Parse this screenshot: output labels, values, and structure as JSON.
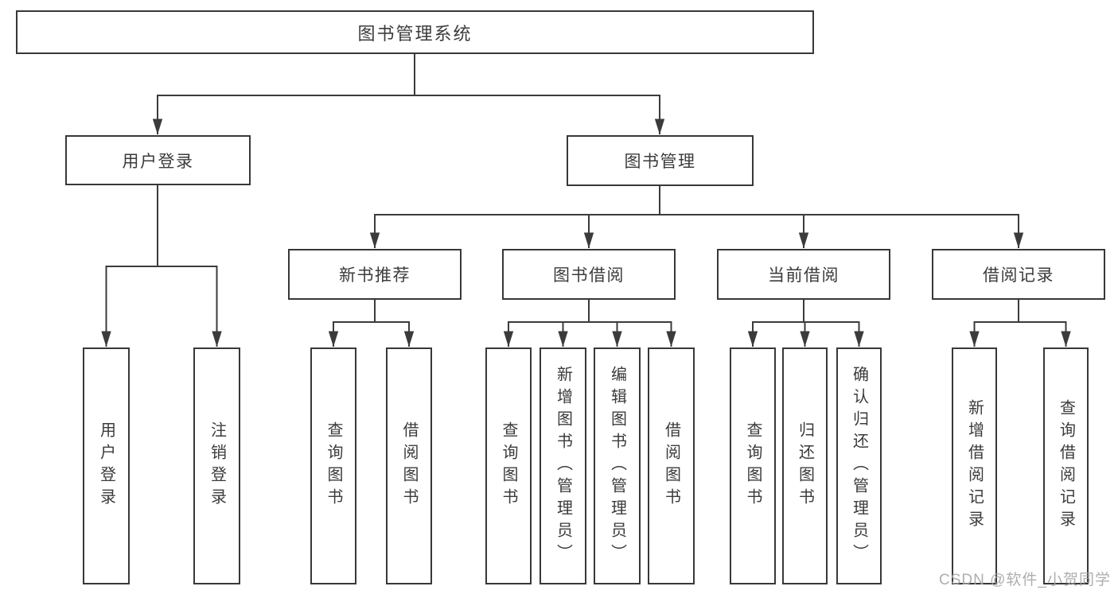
{
  "tree": {
    "root": {
      "label": "图书管理系统",
      "children": {
        "user_login": {
          "label": "用户登录",
          "children": {
            "login": {
              "label": "用户登录"
            },
            "logout": {
              "label": "注销登录"
            }
          }
        },
        "book_mgmt": {
          "label": "图书管理",
          "children": {
            "new_book": {
              "label": "新书推荐",
              "children": {
                "query": {
                  "label": "查询图书"
                },
                "borrow": {
                  "label": "借阅图书"
                }
              }
            },
            "borrowing": {
              "label": "图书借阅",
              "children": {
                "query": {
                  "label": "查询图书"
                },
                "add": {
                  "label": "新增图书（管理员）"
                },
                "edit": {
                  "label": "编辑图书（管理员）"
                },
                "borrow": {
                  "label": "借阅图书"
                }
              }
            },
            "current": {
              "label": "当前借阅",
              "children": {
                "query": {
                  "label": "查询图书"
                },
                "return": {
                  "label": "归还图书"
                },
                "confirm": {
                  "label": "确认归还（管理员）"
                }
              }
            },
            "records": {
              "label": "借阅记录",
              "children": {
                "add": {
                  "label": "新增借阅记录"
                },
                "query": {
                  "label": "查询借阅记录"
                }
              }
            }
          }
        }
      }
    }
  },
  "watermark": {
    "text": "CSDN @软件_小贺同学",
    "color": "#a5a5a5"
  },
  "colors": {
    "background": "#ffffff",
    "line": "#3b3b3b",
    "box_border": "#383838",
    "text": "#3b3b3b"
  }
}
